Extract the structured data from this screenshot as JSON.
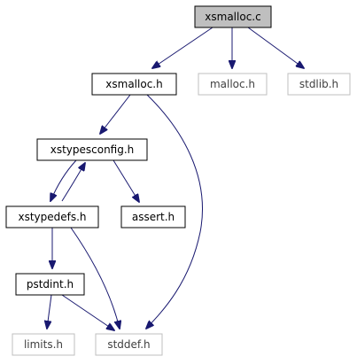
{
  "graph": {
    "nodes": {
      "xsmalloc_c": {
        "label": "xsmalloc.c",
        "kind": "root"
      },
      "xsmalloc_h": {
        "label": "xsmalloc.h",
        "kind": "documented"
      },
      "malloc_h": {
        "label": "malloc.h",
        "kind": "external"
      },
      "stdlib_h": {
        "label": "stdlib.h",
        "kind": "external"
      },
      "xstypesconfig_h": {
        "label": "xstypesconfig.h",
        "kind": "documented"
      },
      "assert_h": {
        "label": "assert.h",
        "kind": "documented"
      },
      "xstypedefs_h": {
        "label": "xstypedefs.h",
        "kind": "documented"
      },
      "pstdint_h": {
        "label": "pstdint.h",
        "kind": "documented"
      },
      "limits_h": {
        "label": "limits.h",
        "kind": "external"
      },
      "stddef_h": {
        "label": "stddef.h",
        "kind": "external"
      }
    },
    "colors": {
      "root_fill": "#bfbfbf",
      "edge": "#191970",
      "border": "#000000",
      "external_border": "#bfbfbf",
      "external_text": "#404040",
      "text": "#000000"
    }
  }
}
